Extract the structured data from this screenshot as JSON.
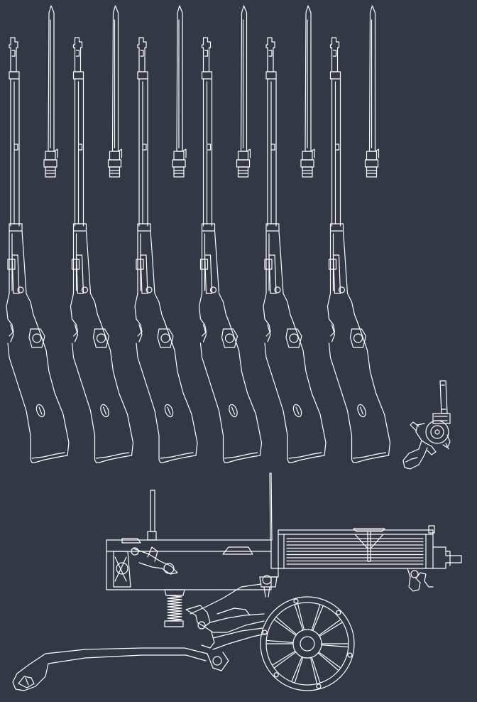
{
  "drawing": {
    "background_color": "#323845",
    "line_color": "#ffffff",
    "rifles": [
      {
        "name": "rifle-1"
      },
      {
        "name": "rifle-2"
      },
      {
        "name": "rifle-3"
      },
      {
        "name": "rifle-4"
      },
      {
        "name": "rifle-5"
      },
      {
        "name": "rifle-6"
      }
    ],
    "bayonets": [
      {
        "name": "bayonet-1"
      },
      {
        "name": "bayonet-2"
      },
      {
        "name": "bayonet-3"
      },
      {
        "name": "bayonet-4"
      },
      {
        "name": "bayonet-5"
      },
      {
        "name": "bayonet-6"
      }
    ],
    "revolver": {
      "name": "revolver"
    },
    "machine_gun": {
      "name": "machine-gun-on-wheeled-carriage"
    }
  }
}
